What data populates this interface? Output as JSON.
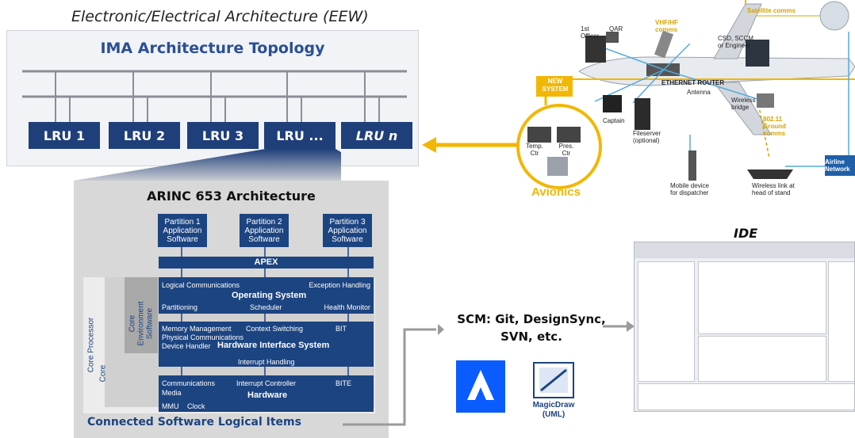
{
  "header": {
    "eew_title": "Electronic/Electrical Architecture (EEW)",
    "ima_title": "IMA Architecture Topology"
  },
  "lrus": [
    "LRU 1",
    "LRU 2",
    "LRU 3",
    "LRU ...",
    "LRU n"
  ],
  "arinc": {
    "title": "ARINC 653 Architecture",
    "partitions": [
      "Partition 1 Application Software",
      "Partition 2 Application Software",
      "Partition 3 Application Software"
    ],
    "apex": "APEX",
    "os": {
      "logical_comms": "Logical Communications",
      "exception": "Exception Handling",
      "title": "Operating System",
      "partitioning": "Partitioning",
      "scheduler": "Scheduler",
      "health": "Health Monitor"
    },
    "his": {
      "memory": "Memory Management",
      "context": "Context Switching",
      "bit": "BIT",
      "physical": "Physical Communications",
      "device": "Device Handler",
      "title": "Hardware Interface System",
      "interrupt": "Interrupt Handling"
    },
    "hw": {
      "comms": "Communications",
      "media": "Media",
      "controller": "Interrupt Controller",
      "bite": "BITE",
      "title": "Hardware",
      "mmu": "MMU",
      "clock": "Clock"
    },
    "core_processor": "Core Processor",
    "core": "Core",
    "core_env": "Core Environment Software",
    "connected_label": "Connected Software Logical Items"
  },
  "network": {
    "satellite": "Satellite comms",
    "qar": "QAR",
    "first_officer": "1st Officer",
    "vhf": "VHF/HF comms",
    "csd": "CSD, SCCM or Engineer",
    "new_system": "NEW SYSTEM",
    "router": "ETHERNET ROUTER",
    "antenna": "Antenna",
    "wireless_bridge": "Wireless bridge",
    "captain": "Captain",
    "fileserver": "Fileserver",
    "optional": "(optional)",
    "ground": "802.11 Ground comms",
    "temp": "Temp. Ctr",
    "pres": "Pres. Ctr",
    "avionics": "Avionics",
    "mobile": "Mobile device for dispatcher",
    "wireless_link": "Wireless link at head of stand",
    "airline": "Airline Network"
  },
  "scm": {
    "line1": "SCM: Git, DesignSync,",
    "line2": "SVN, etc.",
    "magicdraw": "MagicDraw",
    "uml": "(UML)"
  },
  "ide": {
    "title": "IDE"
  },
  "colors": {
    "navy": "#1c4480",
    "gold": "#f2b705",
    "blue": "#2a4f95"
  }
}
